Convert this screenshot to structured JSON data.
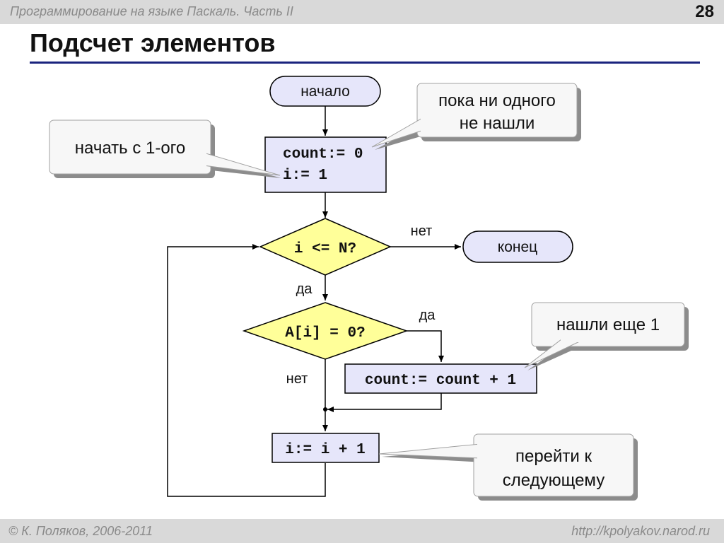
{
  "header": {
    "course": "Программирование на языке Паскаль. Часть II",
    "page_number": "28"
  },
  "slide": {
    "title": "Подсчет элементов"
  },
  "flowchart": {
    "start": "начало",
    "init_line1": "count:= 0",
    "init_line2": "i:= 1",
    "condition_loop": "i <= N?",
    "end": "конец",
    "condition_zero": "A[i] = 0?",
    "increment_count": "count:= count + 1",
    "increment_i": "i:= i + 1",
    "label_no_1": "нет",
    "label_yes_1": "да",
    "label_yes_2": "да",
    "label_no_2": "нет"
  },
  "callouts": {
    "none_found_line1": "пока ни одного",
    "none_found_line2": "не нашли",
    "start_first": "начать с 1-ого",
    "found_one_more": "нашли еще 1",
    "next_line1": "перейти к",
    "next_line2": "следующему"
  },
  "footer": {
    "author": "© К. Поляков, 2006-2011",
    "site": "http://kpolyakov.narod.ru"
  },
  "colors": {
    "terminal_fill": "#e6e6fa",
    "process_fill": "#e6e6fa",
    "decision_fill": "#ffff99",
    "header_bar": "#d9d9d9",
    "title_rule": "#1a237e"
  }
}
